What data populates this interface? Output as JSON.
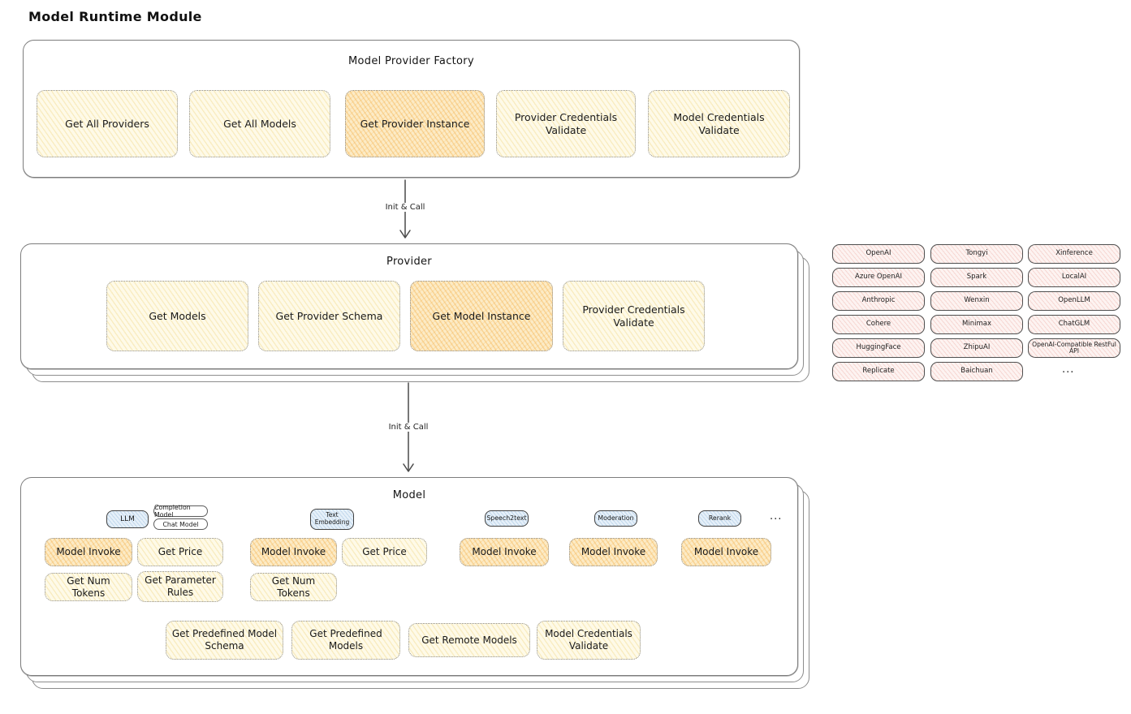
{
  "page_title": "Model Runtime Module",
  "arrows": {
    "factory_to_provider": "Init & Call",
    "provider_to_model": "Init & Call"
  },
  "factory": {
    "title": "Model Provider Factory",
    "items": [
      "Get All Providers",
      "Get All Models",
      "Get Provider Instance",
      "Provider Credentials Validate",
      "Model Credentials Validate"
    ]
  },
  "provider": {
    "title": "Provider",
    "items": [
      "Get Models",
      "Get Provider Schema",
      "Get Model Instance",
      "Provider Credentials Validate"
    ]
  },
  "providers": {
    "col1": [
      "OpenAI",
      "Azure OpenAI",
      "Anthropic",
      "Cohere",
      "HuggingFace",
      "Replicate"
    ],
    "col2": [
      "Tongyi",
      "Spark",
      "Wenxin",
      "Minimax",
      "ZhipuAI",
      "Baichuan"
    ],
    "col3": [
      "Xinference",
      "LocalAI",
      "OpenLLM",
      "ChatGLM",
      "OpenAI-Compatible RestFul API"
    ],
    "more": "..."
  },
  "model": {
    "title": "Model",
    "tags": {
      "llm": "LLM",
      "completion": "Completion Model",
      "chat": "Chat Model",
      "embedding": "Text Embedding",
      "speech2text": "Speech2text",
      "moderation": "Moderation",
      "rerank": "Rerank",
      "more": "..."
    },
    "ops": {
      "llm_invoke": "Model Invoke",
      "llm_price": "Get Price",
      "llm_tokens": "Get Num Tokens",
      "llm_params": "Get Parameter Rules",
      "emb_invoke": "Model Invoke",
      "emb_price": "Get Price",
      "emb_tokens": "Get Num Tokens",
      "s2t_invoke": "Model Invoke",
      "mod_invoke": "Model Invoke",
      "rerank_invoke": "Model Invoke"
    },
    "shared": [
      "Get Predefined Model Schema",
      "Get Predefined Models",
      "Get Remote Models",
      "Model Credentials Validate"
    ]
  },
  "colors": {
    "node_yellow": "#fdf6df",
    "node_orange": "#fae3b3",
    "provider_pink": "#fbeeec",
    "tag_blue": "#ddebf8"
  }
}
